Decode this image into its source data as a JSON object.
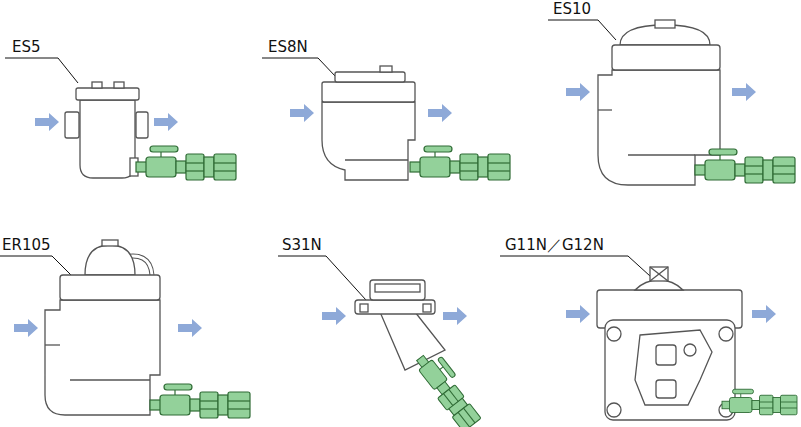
{
  "diagram": {
    "labels": [
      "ES5",
      "ES8N",
      "ES10",
      "ER105",
      "S31N",
      "G11N／G12N"
    ]
  }
}
